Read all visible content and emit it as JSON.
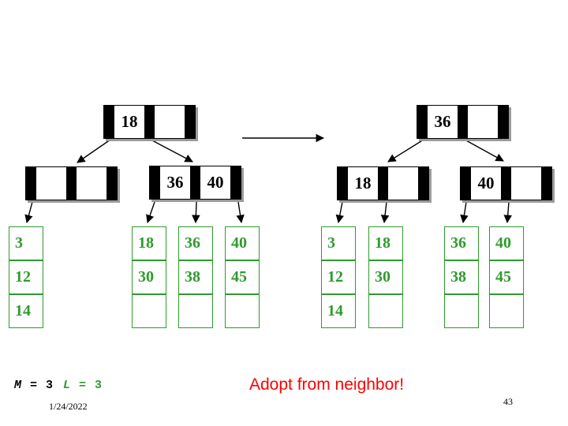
{
  "colors": {
    "green": "#2E9B2E",
    "red": "#FF0000",
    "node": "#000000"
  },
  "caption": "Adopt from neighbor!",
  "params": {
    "m": "M = 3",
    "l": "L = 3"
  },
  "footer": {
    "date": "1/24/2022",
    "page": "43"
  },
  "trees": {
    "left": {
      "root": {
        "cells": [
          "18",
          ""
        ]
      },
      "internals": [
        {
          "cells": [
            "",
            ""
          ]
        },
        {
          "cells": [
            "36",
            "40"
          ]
        }
      ],
      "leaves": [
        {
          "cells": [
            "3",
            "12",
            "14"
          ]
        },
        {
          "cells": [
            "18",
            "30",
            ""
          ]
        },
        {
          "cells": [
            "36",
            "38",
            ""
          ]
        },
        {
          "cells": [
            "40",
            "45",
            ""
          ]
        }
      ]
    },
    "right": {
      "root": {
        "cells": [
          "36",
          ""
        ]
      },
      "internals": [
        {
          "cells": [
            "18",
            ""
          ]
        },
        {
          "cells": [
            "40",
            ""
          ]
        }
      ],
      "leaves": [
        {
          "cells": [
            "3",
            "12",
            "14"
          ]
        },
        {
          "cells": [
            "18",
            "30",
            ""
          ]
        },
        {
          "cells": [
            "36",
            "38",
            ""
          ]
        },
        {
          "cells": [
            "40",
            "45",
            ""
          ]
        }
      ]
    }
  }
}
